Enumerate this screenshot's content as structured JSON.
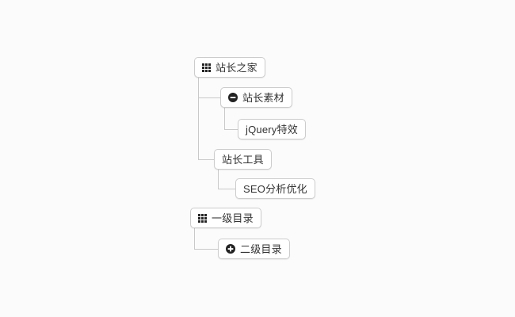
{
  "page": {
    "background_color": "#fbfbfb",
    "line_color": "#c9c9c9",
    "node_border_color": "#cccccc",
    "node_background_color": "#ffffff",
    "text_color": "#333333",
    "icon_color": "#222222"
  },
  "trees": [
    {
      "name": "tree-zhanzhang",
      "root": {
        "label": "站长之家",
        "icon": "grid-icon",
        "children": [
          {
            "label": "站长素材",
            "icon": "circle-minus-icon",
            "children": [
              {
                "label": "jQuery特效",
                "icon": null,
                "children": []
              }
            ]
          },
          {
            "label": "站长工具",
            "icon": null,
            "children": [
              {
                "label": "SEO分析优化",
                "icon": null,
                "children": []
              }
            ]
          }
        ]
      }
    },
    {
      "name": "tree-directory",
      "root": {
        "label": "一级目录",
        "icon": "grid-icon",
        "children": [
          {
            "label": "二级目录",
            "icon": "circle-plus-icon",
            "children": []
          }
        ]
      }
    }
  ],
  "nodes": {
    "zhanzhang_zhijia": "站长之家",
    "zhanzhang_sucai": "站长素材",
    "jquery_texiao": "jQuery特效",
    "zhanzhang_gongju": "站长工具",
    "seo_fenxi_youhua": "SEO分析优化",
    "yiji_mulu": "一级目录",
    "erji_mulu": "二级目录"
  }
}
